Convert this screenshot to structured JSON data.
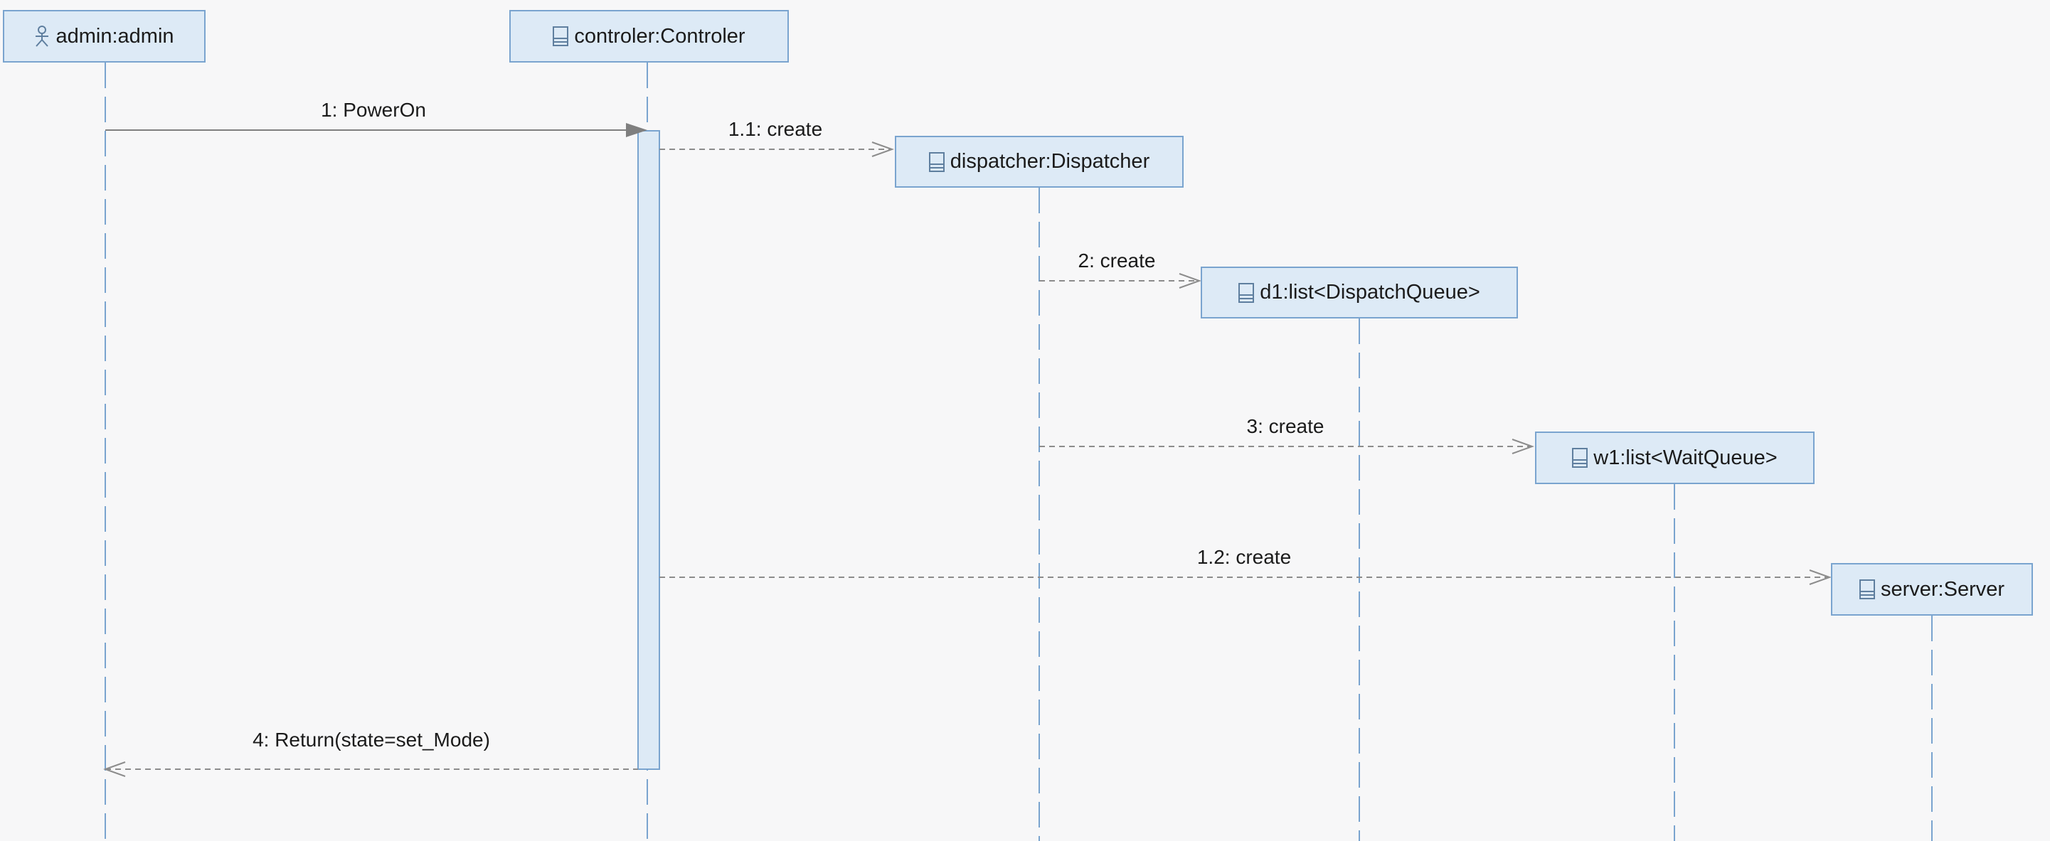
{
  "diagram": {
    "lifelines": [
      {
        "id": "admin",
        "label": "admin:admin",
        "icon": "actor-icon"
      },
      {
        "id": "controler",
        "label": "controler:Controler",
        "icon": "class-icon"
      },
      {
        "id": "dispatcher",
        "label": "dispatcher:Dispatcher",
        "icon": "class-icon"
      },
      {
        "id": "d1",
        "label": "d1:list<DispatchQueue>",
        "icon": "class-icon"
      },
      {
        "id": "w1",
        "label": "w1:list<WaitQueue>",
        "icon": "class-icon"
      },
      {
        "id": "server",
        "label": "server:Server",
        "icon": "class-icon"
      }
    ],
    "messages": [
      {
        "label": "1: PowerOn",
        "from": "admin",
        "to": "controler",
        "kind": "sync"
      },
      {
        "label": "1.1: create",
        "from": "controler",
        "to": "dispatcher",
        "kind": "create"
      },
      {
        "label": "2: create",
        "from": "dispatcher",
        "to": "d1",
        "kind": "create"
      },
      {
        "label": "3: create",
        "from": "dispatcher",
        "to": "w1",
        "kind": "create"
      },
      {
        "label": "1.2: create",
        "from": "controler",
        "to": "server",
        "kind": "create"
      },
      {
        "label": "4: Return(state=set_Mode)",
        "from": "controler",
        "to": "admin",
        "kind": "return"
      }
    ],
    "colors": {
      "box_fill": "#ddeaf6",
      "box_border": "#7aa4cf",
      "lifeline": "#7aa4cf",
      "message": "#8c8c8c",
      "background": "#f7f7f8"
    }
  }
}
